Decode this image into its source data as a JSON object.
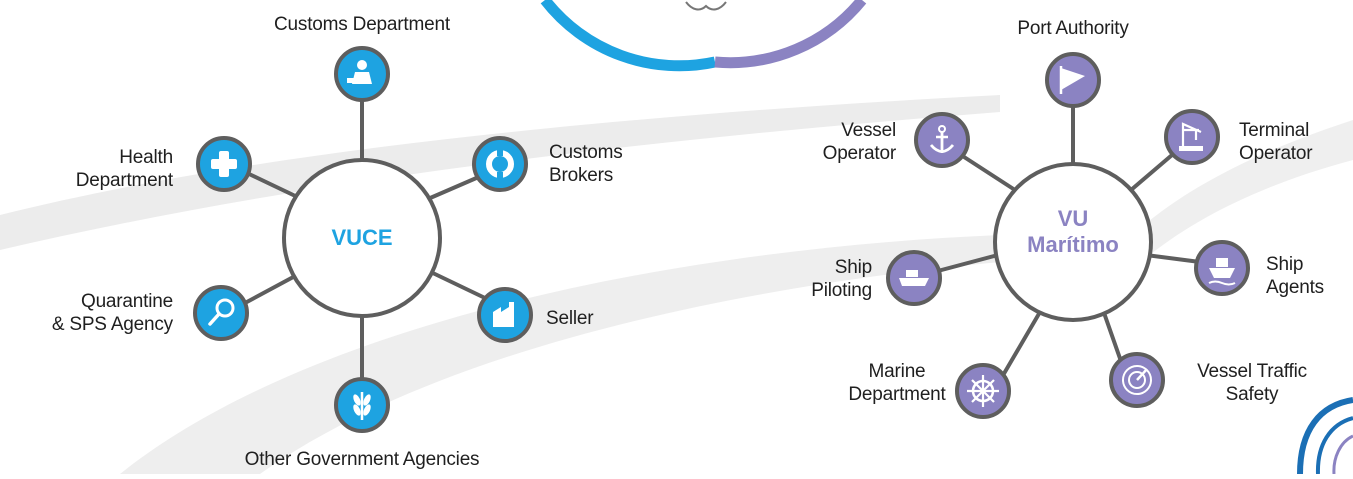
{
  "colors": {
    "vuce": "#1ea3e1",
    "maritimo": "#8b83c2",
    "connector": "#5e5e5e",
    "swoosh": "#ececec",
    "logo_blue": "#1b6fb5"
  },
  "vuce": {
    "hub_label": "VUCE",
    "nodes": {
      "customs_department": {
        "label": "Customs Department",
        "icon": "customs-officer-icon"
      },
      "customs_brokers": {
        "label": "Customs\nBrokers",
        "icon": "broker-cycle-icon"
      },
      "seller": {
        "label": "Seller",
        "icon": "factory-icon"
      },
      "other_government_agencies": {
        "label": "Other Government Agencies",
        "icon": "wheat-icon"
      },
      "quarantine_sps_agency": {
        "label": "Quarantine\n& SPS Agency",
        "icon": "magnifier-icon"
      },
      "health_department": {
        "label": "Health\nDepartment",
        "icon": "medical-cross-icon"
      }
    }
  },
  "maritimo": {
    "hub_label": "VU\nMarítimo",
    "nodes": {
      "port_authority": {
        "label": "Port Authority",
        "icon": "port-flag-icon"
      },
      "terminal_operator": {
        "label": "Terminal\nOperator",
        "icon": "crane-icon"
      },
      "ship_agents": {
        "label": "Ship\nAgents",
        "icon": "ship-icon"
      },
      "vessel_traffic_safety": {
        "label": "Vessel Traffic\nSafety",
        "icon": "radar-icon"
      },
      "marine_department": {
        "label": "Marine\nDepartment",
        "icon": "ship-wheel-icon"
      },
      "ship_piloting": {
        "label": "Ship\nPiloting",
        "icon": "pilot-boat-icon"
      },
      "vessel_operator": {
        "label": "Vessel\nOperator",
        "icon": "anchor-icon"
      }
    }
  }
}
